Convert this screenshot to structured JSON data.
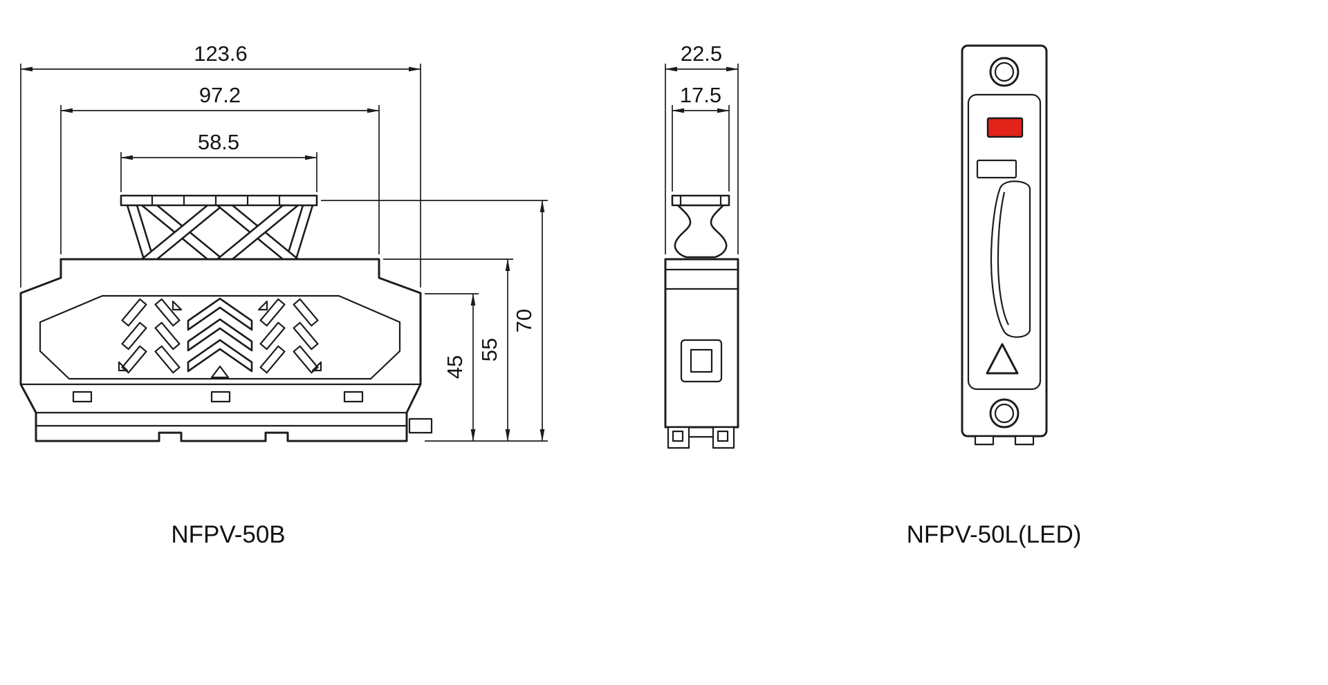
{
  "views": {
    "front": {
      "label": "NFPV-50B",
      "dims": {
        "overall_width": "123.6",
        "body_width": "97.2",
        "plug_width": "58.5",
        "height_base": "45",
        "height_body": "55",
        "height_total": "70"
      }
    },
    "side": {
      "dims": {
        "overall_depth": "22.5",
        "plug_depth": "17.5"
      }
    },
    "face": {
      "label": "NFPV-50L(LED)",
      "led_color": "#e2231a"
    }
  }
}
